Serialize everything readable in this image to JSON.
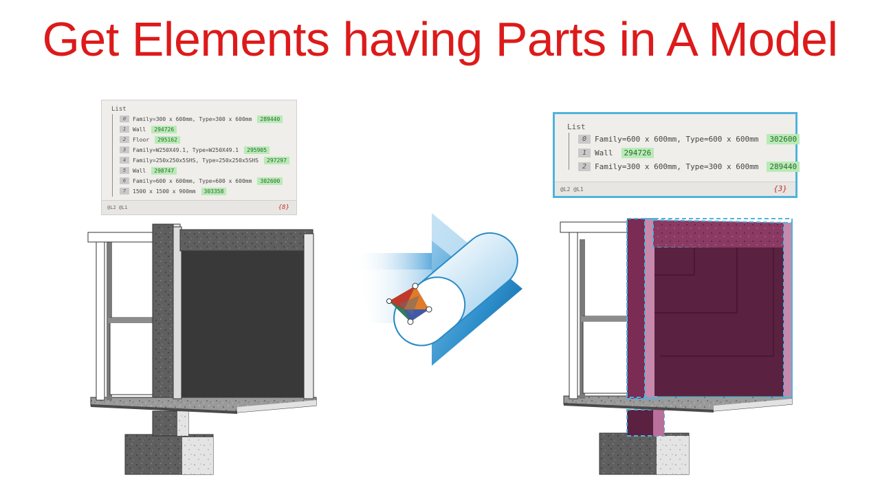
{
  "title": "Get Elements having Parts in A Model",
  "colors": {
    "title": "#dd1a1a",
    "id_highlight": "#b9eab7",
    "selection": "#4fb3dc",
    "parts_fill": "#5a2141",
    "arrow": "#0f6fb0"
  },
  "left_watch": {
    "label": "List",
    "rows": [
      {
        "index": "0",
        "text": "Family=300 x 600mm, Type=300 x 600mm",
        "id": "289440"
      },
      {
        "index": "1",
        "text": "Wall",
        "id": "294726"
      },
      {
        "index": "2",
        "text": "Floor",
        "id": "295162"
      },
      {
        "index": "3",
        "text": "Family=W250X49.1, Type=W250X49.1",
        "id": "295905"
      },
      {
        "index": "4",
        "text": "Family=250x250x5SHS, Type=250x250x5SHS",
        "id": "297297"
      },
      {
        "index": "5",
        "text": "Wall",
        "id": "298747"
      },
      {
        "index": "6",
        "text": "Family=600 x 600mm, Type=600 x 600mm",
        "id": "302600"
      },
      {
        "index": "7",
        "text": "1500 x 1500 x 900mm",
        "id": "303358"
      }
    ],
    "levels": "@L2 @L1",
    "count": "{8}"
  },
  "right_watch": {
    "label": "List",
    "rows": [
      {
        "index": "0",
        "text": "Family=600 x 600mm, Type=600 x 600mm",
        "id": "302600"
      },
      {
        "index": "1",
        "text": "Wall",
        "id": "294726"
      },
      {
        "index": "2",
        "text": "Family=300 x 600mm, Type=300 x 600mm",
        "id": "289440"
      }
    ],
    "levels": "@L2 @L1",
    "count": "{3}"
  },
  "icons": {
    "center": "dynamo-logo-icon",
    "arrow": "right-arrow-icon"
  }
}
